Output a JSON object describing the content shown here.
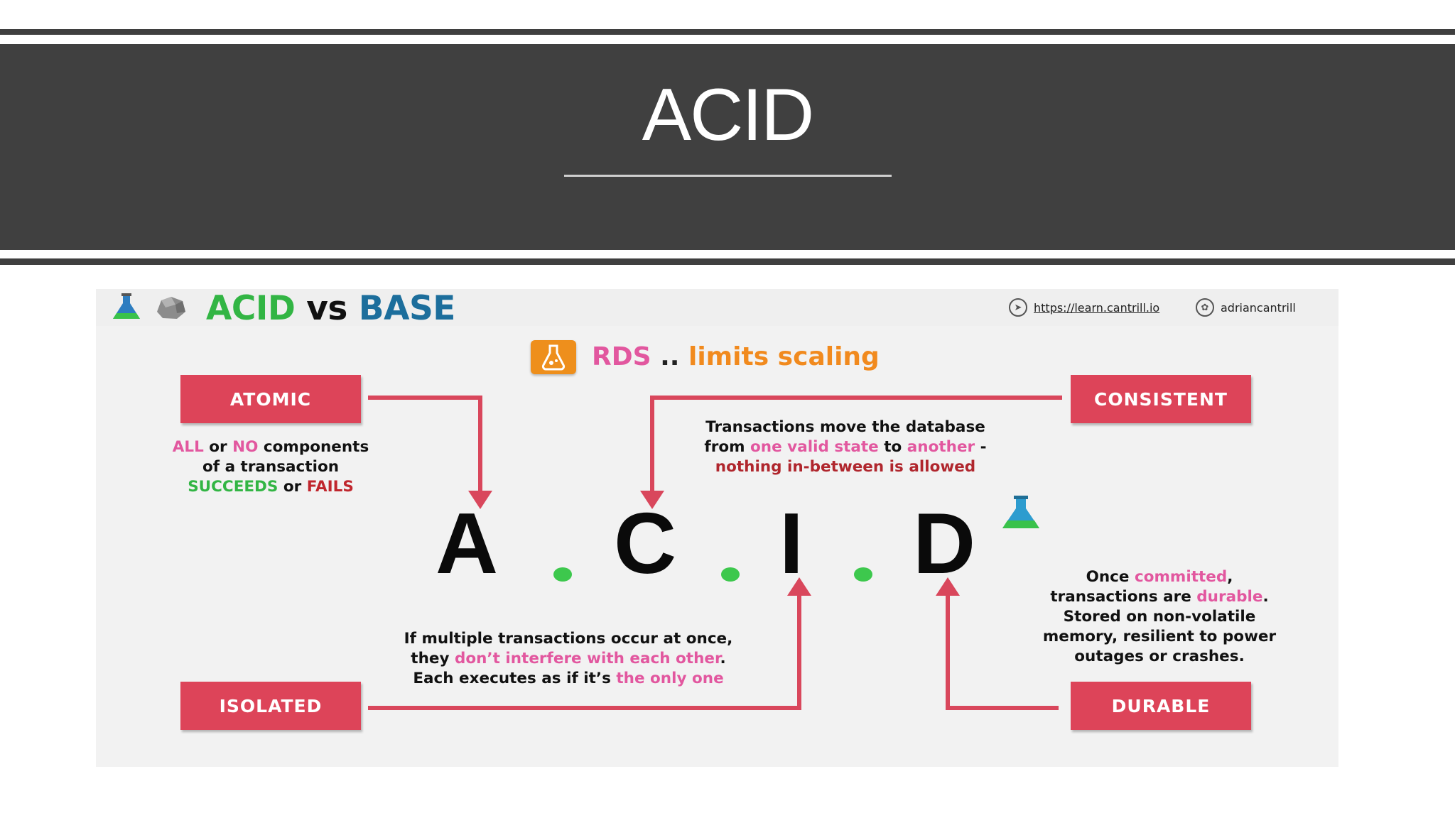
{
  "slide": {
    "title": "ACID"
  },
  "figure": {
    "heading": {
      "acid": "ACID",
      "vs": "vs",
      "base": "BASE"
    },
    "links": {
      "site": "https://learn.cantrill.io",
      "twitter": "adriancantrill"
    },
    "rds_line": {
      "rds": "RDS",
      "dots": "..",
      "limits": "limits scaling"
    },
    "letters": [
      "A",
      "C",
      "I",
      "D"
    ],
    "atomic": {
      "label": "ATOMIC",
      "line1": {
        "all": "ALL",
        "or1": " or ",
        "no": "NO",
        "rest": " components"
      },
      "line2": "of a transaction",
      "line3": {
        "succeeds": "SUCCEEDS",
        "or2": " or ",
        "fails": "FAILS"
      }
    },
    "consistent": {
      "label": "CONSISTENT",
      "line1": "Transactions move the database",
      "line2": {
        "from": "from ",
        "one_valid_state": "one valid state",
        "to": " to ",
        "another": "another",
        "dash": " -"
      },
      "line3": "nothing in-between is allowed"
    },
    "isolated": {
      "label": "ISOLATED",
      "line1": "If multiple transactions occur at once,",
      "line2": {
        "they": "they ",
        "dont_interfere": "don’t interfere with each other",
        "period": "."
      },
      "line3": {
        "each": "Each executes as if it’s ",
        "only_one": "the only one"
      }
    },
    "durable": {
      "label": "DURABLE",
      "line1": {
        "once": "Once ",
        "committed": "committed",
        "comma": ","
      },
      "line2": {
        "tx": "transactions are ",
        "durable": "durable",
        "period": "."
      },
      "line3": "Stored on non-volatile",
      "line4": "memory, resilient to power",
      "line5": "outages or crashes."
    }
  },
  "colors": {
    "box_red": "#dd4459",
    "arrow_red": "#d9475c",
    "pink": "#e2579f",
    "green": "#32b544",
    "dark_red": "#b0262d",
    "orange": "#f18a1e",
    "base_blue": "#1c6e9c",
    "title_band": "#404040"
  },
  "icons": [
    "flask-icon",
    "rock-icon",
    "compass-icon",
    "twitter-icon",
    "rds-flask-icon"
  ]
}
